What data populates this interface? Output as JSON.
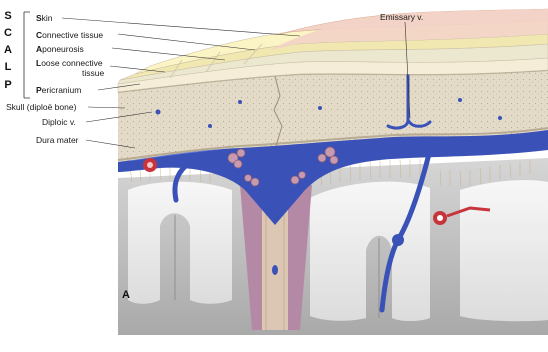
{
  "acronym": {
    "letters": [
      "S",
      "C",
      "A",
      "L",
      "P"
    ]
  },
  "scalp_layers": [
    {
      "initial": "S",
      "rest": "kin"
    },
    {
      "initial": "C",
      "rest": "onnective tissue"
    },
    {
      "initial": "A",
      "rest": "poneurosis"
    },
    {
      "initial": "L",
      "rest": "oose connective",
      "rest2": "tissue"
    },
    {
      "initial": "P",
      "rest": "ericranium"
    }
  ],
  "labels": {
    "skull": "Skull (diploë bone)",
    "diploic_vein": "Diploic v.",
    "dura_mater": "Dura mater",
    "emissary_vein": "Emissary v.",
    "panel_letter": "A"
  },
  "colors": {
    "skin": "#f3d3c6",
    "connective_tissue": "#fbf4c4",
    "aponeurosis": "#f1e7b0",
    "loose_connective": "#ece7cf",
    "pericranium": "#f5edd8",
    "bone": "#e2d9c7",
    "vein_blue": "#3a52b8",
    "artery_red": "#c8343c",
    "brain_gray": "#c9c9c9",
    "pia_mauve": "#b489a6",
    "falx": "#dcc6b4"
  }
}
